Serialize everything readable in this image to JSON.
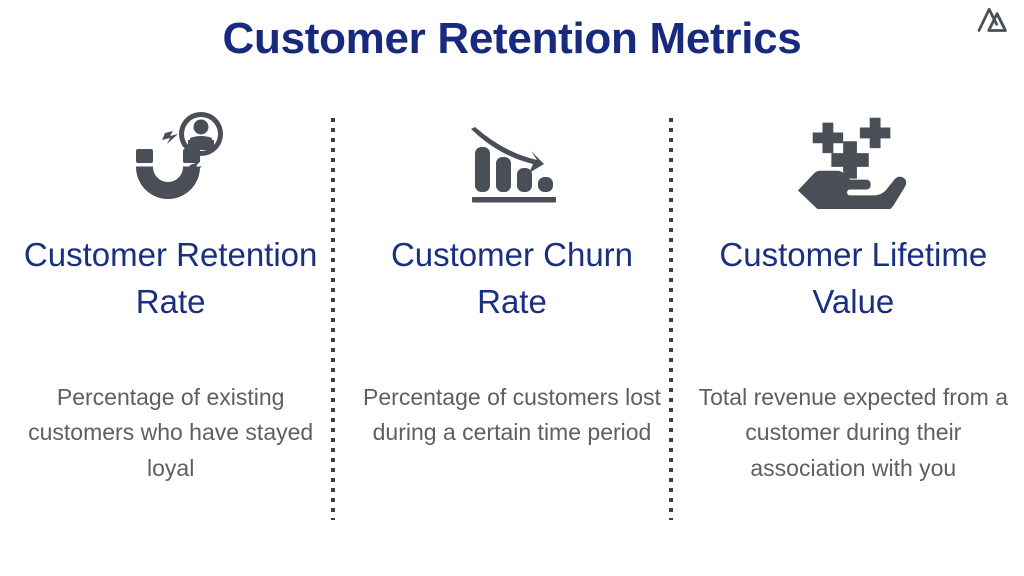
{
  "brand": {
    "logo_icon": "mountain-logo-icon",
    "logo_color": "#4a4e57",
    "title_color": "#172a7e",
    "heading_color": "#1b2f80",
    "body_color": "#5b5f66",
    "icon_color": "#4a4e57",
    "background_color": "#ffffff"
  },
  "header": {
    "title": "Customer Retention Metrics"
  },
  "columns": [
    {
      "icon": "magnet-customer-attraction-icon",
      "heading": "Customer Retention Rate",
      "description": "Percentage of existing customers who have stayed loyal"
    },
    {
      "icon": "declining-bar-chart-icon",
      "heading": "Customer Churn Rate",
      "description": "Percentage of customers lost during a certain time period"
    },
    {
      "icon": "hand-with-sparkles-icon",
      "heading": "Customer Lifetime Value",
      "description": "Total revenue expected from a customer during their association with you"
    }
  ],
  "dividers": {
    "count": 2,
    "style": "dotted",
    "color": "#3b3f47"
  }
}
